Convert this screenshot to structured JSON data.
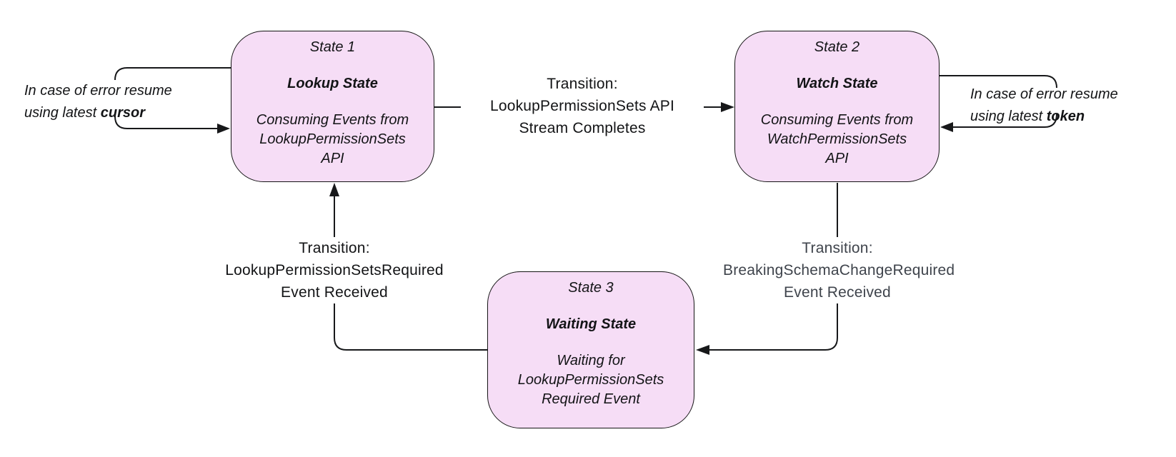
{
  "diagram": {
    "states": [
      {
        "title": "State 1",
        "name": "Lookup State",
        "description": "Consuming Events from LookupPermissionSets API"
      },
      {
        "title": "State 2",
        "name": "Watch State",
        "description": "Consuming Events from WatchPermissionSets API"
      },
      {
        "title": "State 3",
        "name": "Waiting State",
        "description": "Waiting for LookupPermissionSets Required Event"
      }
    ],
    "transitions": [
      {
        "from": "State 1",
        "to": "State 2",
        "lines": [
          "Transition:",
          "LookupPermissionSets API",
          "Stream Completes"
        ]
      },
      {
        "from": "State 2",
        "to": "State 3",
        "lines": [
          "Transition:",
          "BreakingSchemaChangeRequired",
          "Event Received"
        ]
      },
      {
        "from": "State 3",
        "to": "State 1",
        "lines": [
          "Transition:",
          "LookupPermissionSetsRequired",
          "Event Received"
        ]
      }
    ],
    "error_loops": [
      {
        "state": "State 1",
        "text": "In case of error resume using latest ",
        "emphasis": "cursor"
      },
      {
        "state": "State 2",
        "text": "In case of error resume using latest ",
        "emphasis": "token"
      }
    ],
    "colors": {
      "state_fill": "#f6ddf6",
      "state_border": "#141414",
      "line": "#17181a",
      "text": "#131416",
      "muted_text": "#3f444c",
      "background": "#ffffff"
    }
  }
}
